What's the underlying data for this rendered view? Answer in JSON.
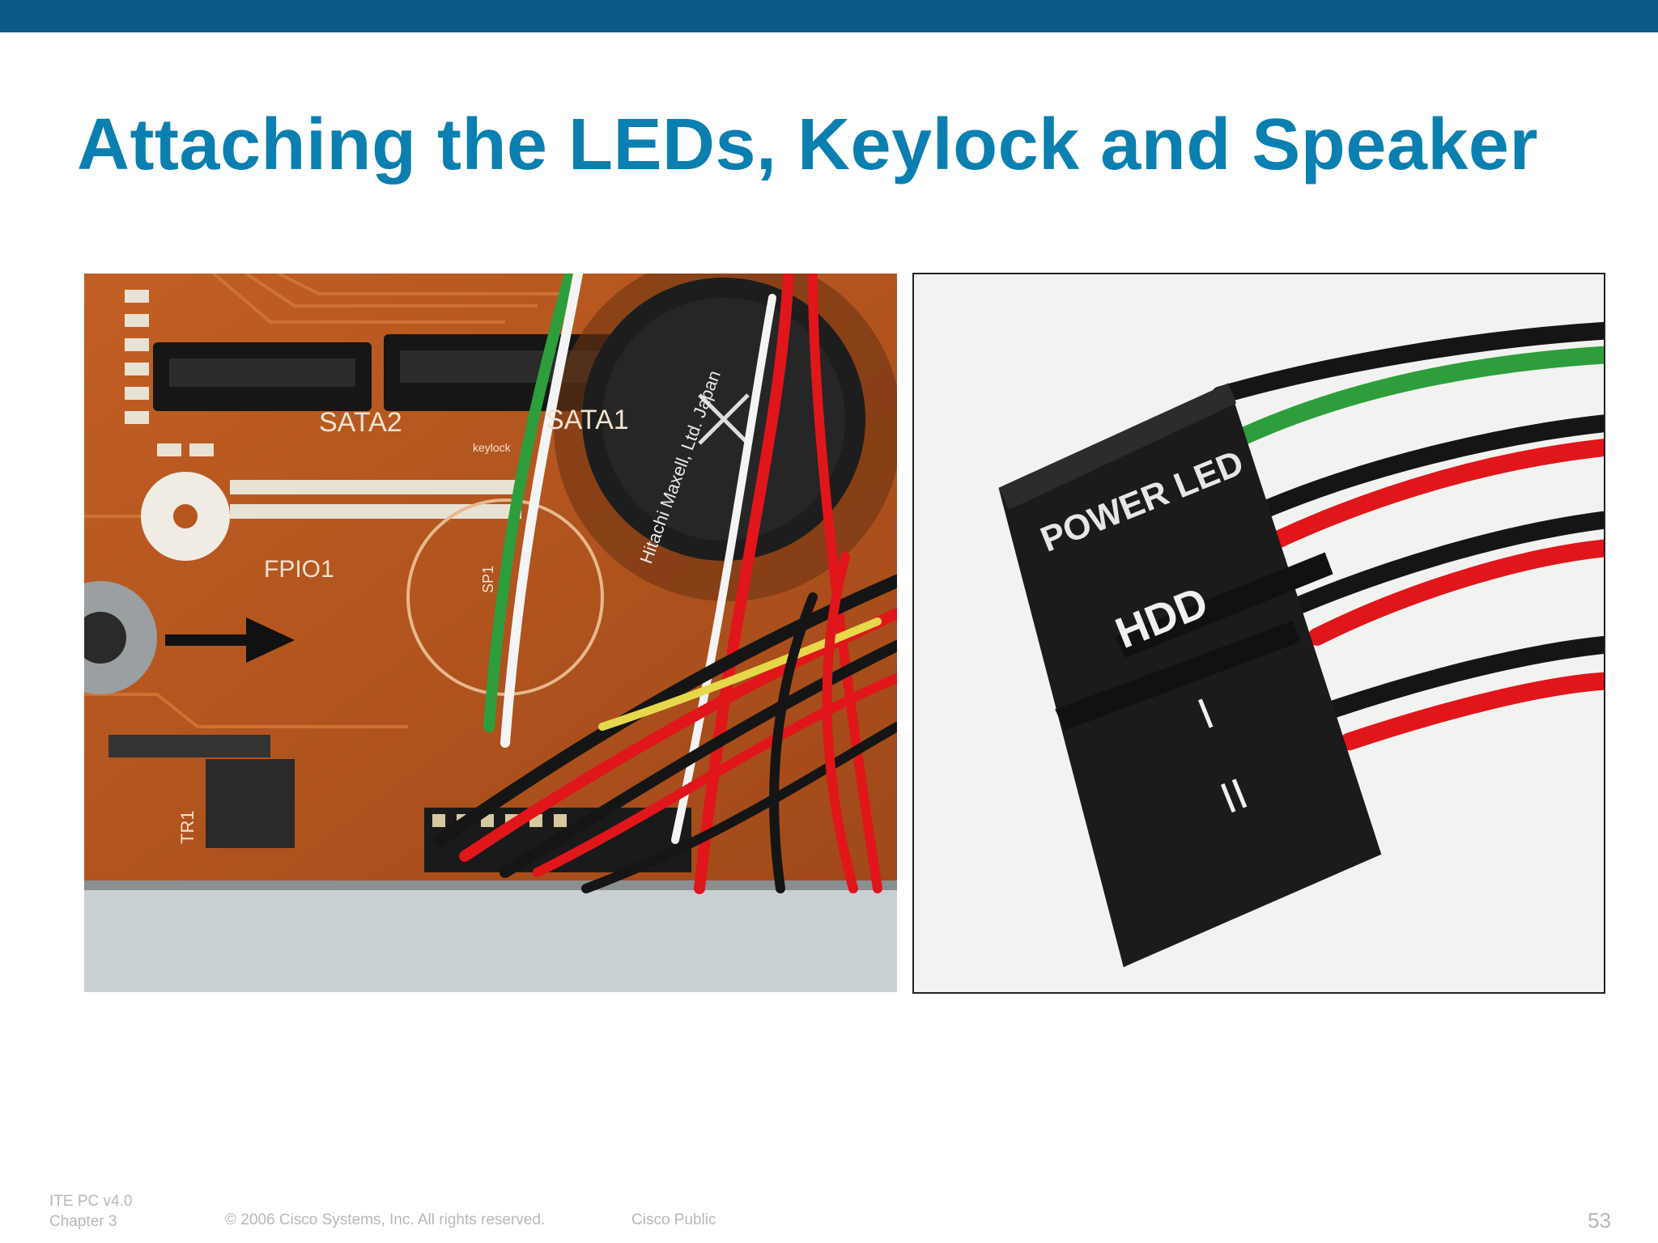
{
  "slide": {
    "title": "Attaching the LEDs, Keylock and Speaker",
    "page_number": "53"
  },
  "footer": {
    "course": "ITE PC v4.0",
    "chapter": "Chapter 3",
    "copyright": "© 2006 Cisco Systems, Inc. All rights reserved.",
    "classification": "Cisco Public"
  },
  "motherboard_photo": {
    "labels": {
      "sata2": "SATA2",
      "sata1": "SATA1",
      "fpio1": "FPIO1",
      "sp1": "SP1",
      "tr1": "TR1",
      "keylock": "keylock",
      "battery": "Hitachi Maxell, Ltd. Japan"
    }
  },
  "connector_photo": {
    "labels": {
      "power_led": "POWER LED",
      "hdd": "HDD",
      "one": "I",
      "two": "II"
    }
  },
  "colors": {
    "top_bar": "#0a5a85",
    "title": "#0a7fb0",
    "footer_text": "#b8b8b8",
    "pcb": "#b5561f",
    "wire_red": "#e0161b",
    "wire_green": "#2e9e3c",
    "wire_black": "#151515"
  }
}
